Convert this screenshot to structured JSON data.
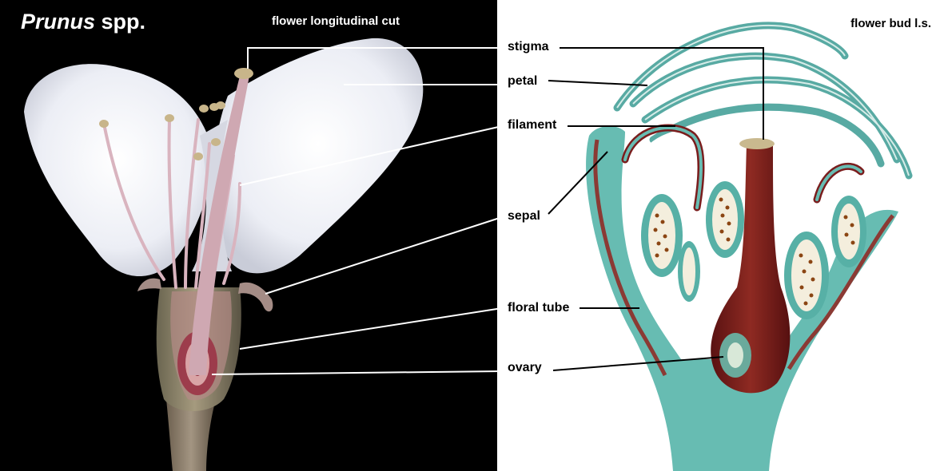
{
  "figure": {
    "genus": "Prunus",
    "genus_suffix": "spp.",
    "left_caption": "flower longitudinal cut",
    "right_caption": "flower bud l.s."
  },
  "labels": [
    {
      "key": "stigma",
      "text": "stigma"
    },
    {
      "key": "petal",
      "text": "petal"
    },
    {
      "key": "filament",
      "text": "filament"
    },
    {
      "key": "sepal",
      "text": "sepal"
    },
    {
      "key": "floral-tube",
      "text": "floral tube"
    },
    {
      "key": "ovary",
      "text": "ovary"
    }
  ],
  "colors": {
    "photo_background": "#000000",
    "petal": "#eef0f6",
    "stem": "#8b7c6a",
    "stain_red": "#7a1d1d",
    "stain_teal": "#5fb5ad",
    "pollen": "#8b4513",
    "leader_on_dark": "#ffffff",
    "leader_on_light": "#000000"
  }
}
